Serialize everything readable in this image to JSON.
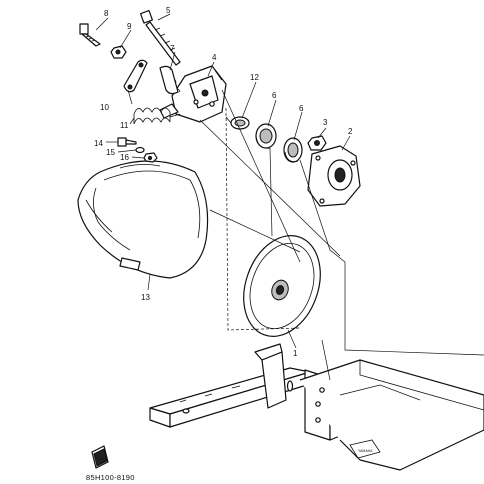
{
  "document_number": "85H100-8190",
  "frame_stamp": "FWD",
  "callouts": [
    {
      "id": "c1",
      "label": "1"
    },
    {
      "id": "c2",
      "label": "2"
    },
    {
      "id": "c3",
      "label": "3"
    },
    {
      "id": "c4",
      "label": "4"
    },
    {
      "id": "c5",
      "label": "5"
    },
    {
      "id": "c6a",
      "label": "6"
    },
    {
      "id": "c6b",
      "label": "6"
    },
    {
      "id": "c7",
      "label": "7"
    },
    {
      "id": "c8",
      "label": "8"
    },
    {
      "id": "c9",
      "label": "9"
    },
    {
      "id": "c10",
      "label": "10"
    },
    {
      "id": "c11",
      "label": "11"
    },
    {
      "id": "c12",
      "label": "12"
    },
    {
      "id": "c13",
      "label": "13"
    },
    {
      "id": "c14",
      "label": "14"
    },
    {
      "id": "c15",
      "label": "15"
    },
    {
      "id": "c16",
      "label": "16"
    }
  ]
}
